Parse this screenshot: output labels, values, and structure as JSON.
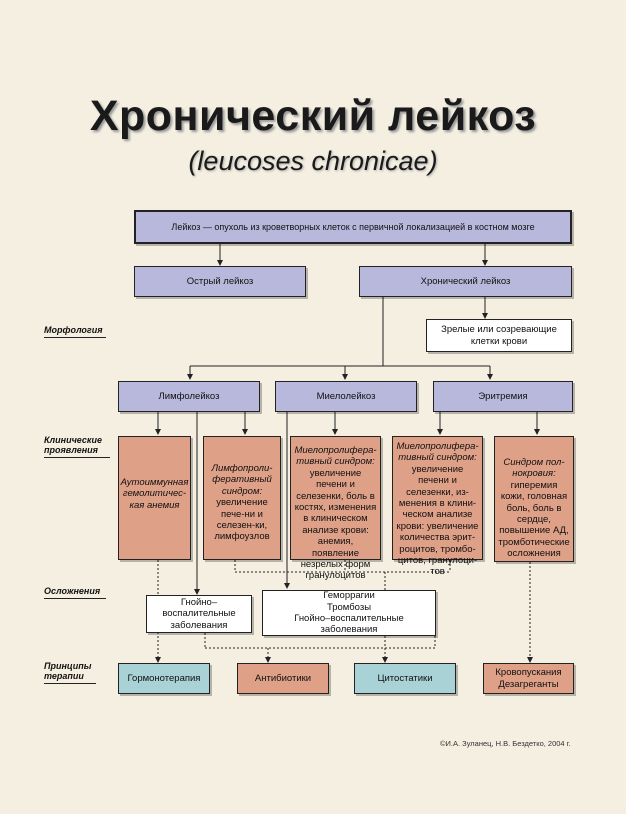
{
  "title": "Хронический лейкоз",
  "subtitle": "(leucoses chronicae)",
  "boxes": {
    "root": "Лейкоз — опухоль из кроветворных клеток с первичной локализацией в костном мозге",
    "acute": "Острый лейкоз",
    "chronic": "Хронический лейкоз",
    "mature_cells": "Зрелые или созревающие клетки крови",
    "lympho": "Лимфолейкоз",
    "myelo": "Миелолейкоз",
    "erythremia": "Эритремия",
    "autoimmune": "Аутоиммунная гемолитичес-кая анемия",
    "lympho_syndrome_italic": "Лимфопроли-феративный синдром:",
    "lympho_syndrome_text": "увеличение пече-ни и селезен-ки, лимфоузлов",
    "myelo_syndrome_italic": "Миелопролифера-тивный синдром:",
    "myelo_syndrome_text": "увеличение печени и селезенки, боль в костях, изменения в клиническом анализе крови: анемия, появление незрелых форм гранулоцитов",
    "erythro_syndrome_italic": "Миелопролифера-тивный синдром:",
    "erythro_syndrome_text": "увеличение печени и селезенки, из-менения в клини-ческом анализе крови: увеличение количества эрит-роцитов, тромбо-цитов, гранулоци-тов",
    "plethora_italic": "Синдром пол-нокровия:",
    "plethora_text": "гиперемия кожи, головная боль, боль в сердце, повышение АД, тромботические осложнения",
    "purulent_1": "Гнойно–воспалительные заболевания",
    "complications_2_line1": "Геморрагии",
    "complications_2_line2": "Тромбозы",
    "complications_2_line3": "Гнойно–воспалительные заболевания",
    "hormone": "Гормонотерапия",
    "antibiotics": "Антибиотики",
    "cytostatics": "Цитостатики",
    "bloodletting_line1": "Кровопускания",
    "bloodletting_line2": "Дезагреганты"
  },
  "side_labels": {
    "morphology": "Морфология",
    "clinical": "Клинические проявления",
    "complications": "Осложнения",
    "therapy": "Принципы терапии"
  },
  "credit": "©И.А. Зуланец, Н.В. Бездетко, 2004 г.",
  "colors": {
    "background": "#f4efe1",
    "purple": "#b8b8dc",
    "salmon": "#dfa088",
    "teal": "#a8d2d6"
  }
}
